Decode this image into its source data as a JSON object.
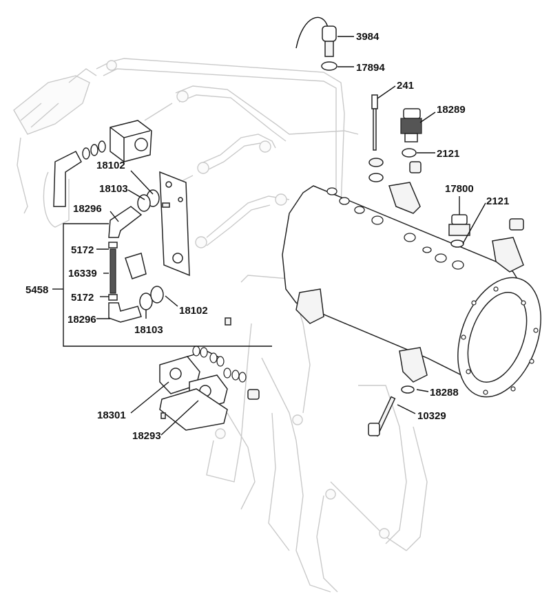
{
  "labels": {
    "p3984": "3984",
    "p17894": "17894",
    "p241": "241",
    "p18289": "18289",
    "p2121a": "2121",
    "p17800": "17800",
    "p2121b": "2121",
    "p18102a": "18102",
    "p18103a": "18103",
    "p18296a": "18296",
    "p5172a": "5172",
    "p16339": "16339",
    "p5458": "5458",
    "p5172b": "5172",
    "p18296b": "18296",
    "p18103b": "18103",
    "p18102b": "18102",
    "p18288": "18288",
    "p10329": "10329",
    "p18301": "18301",
    "p18293": "18293"
  }
}
